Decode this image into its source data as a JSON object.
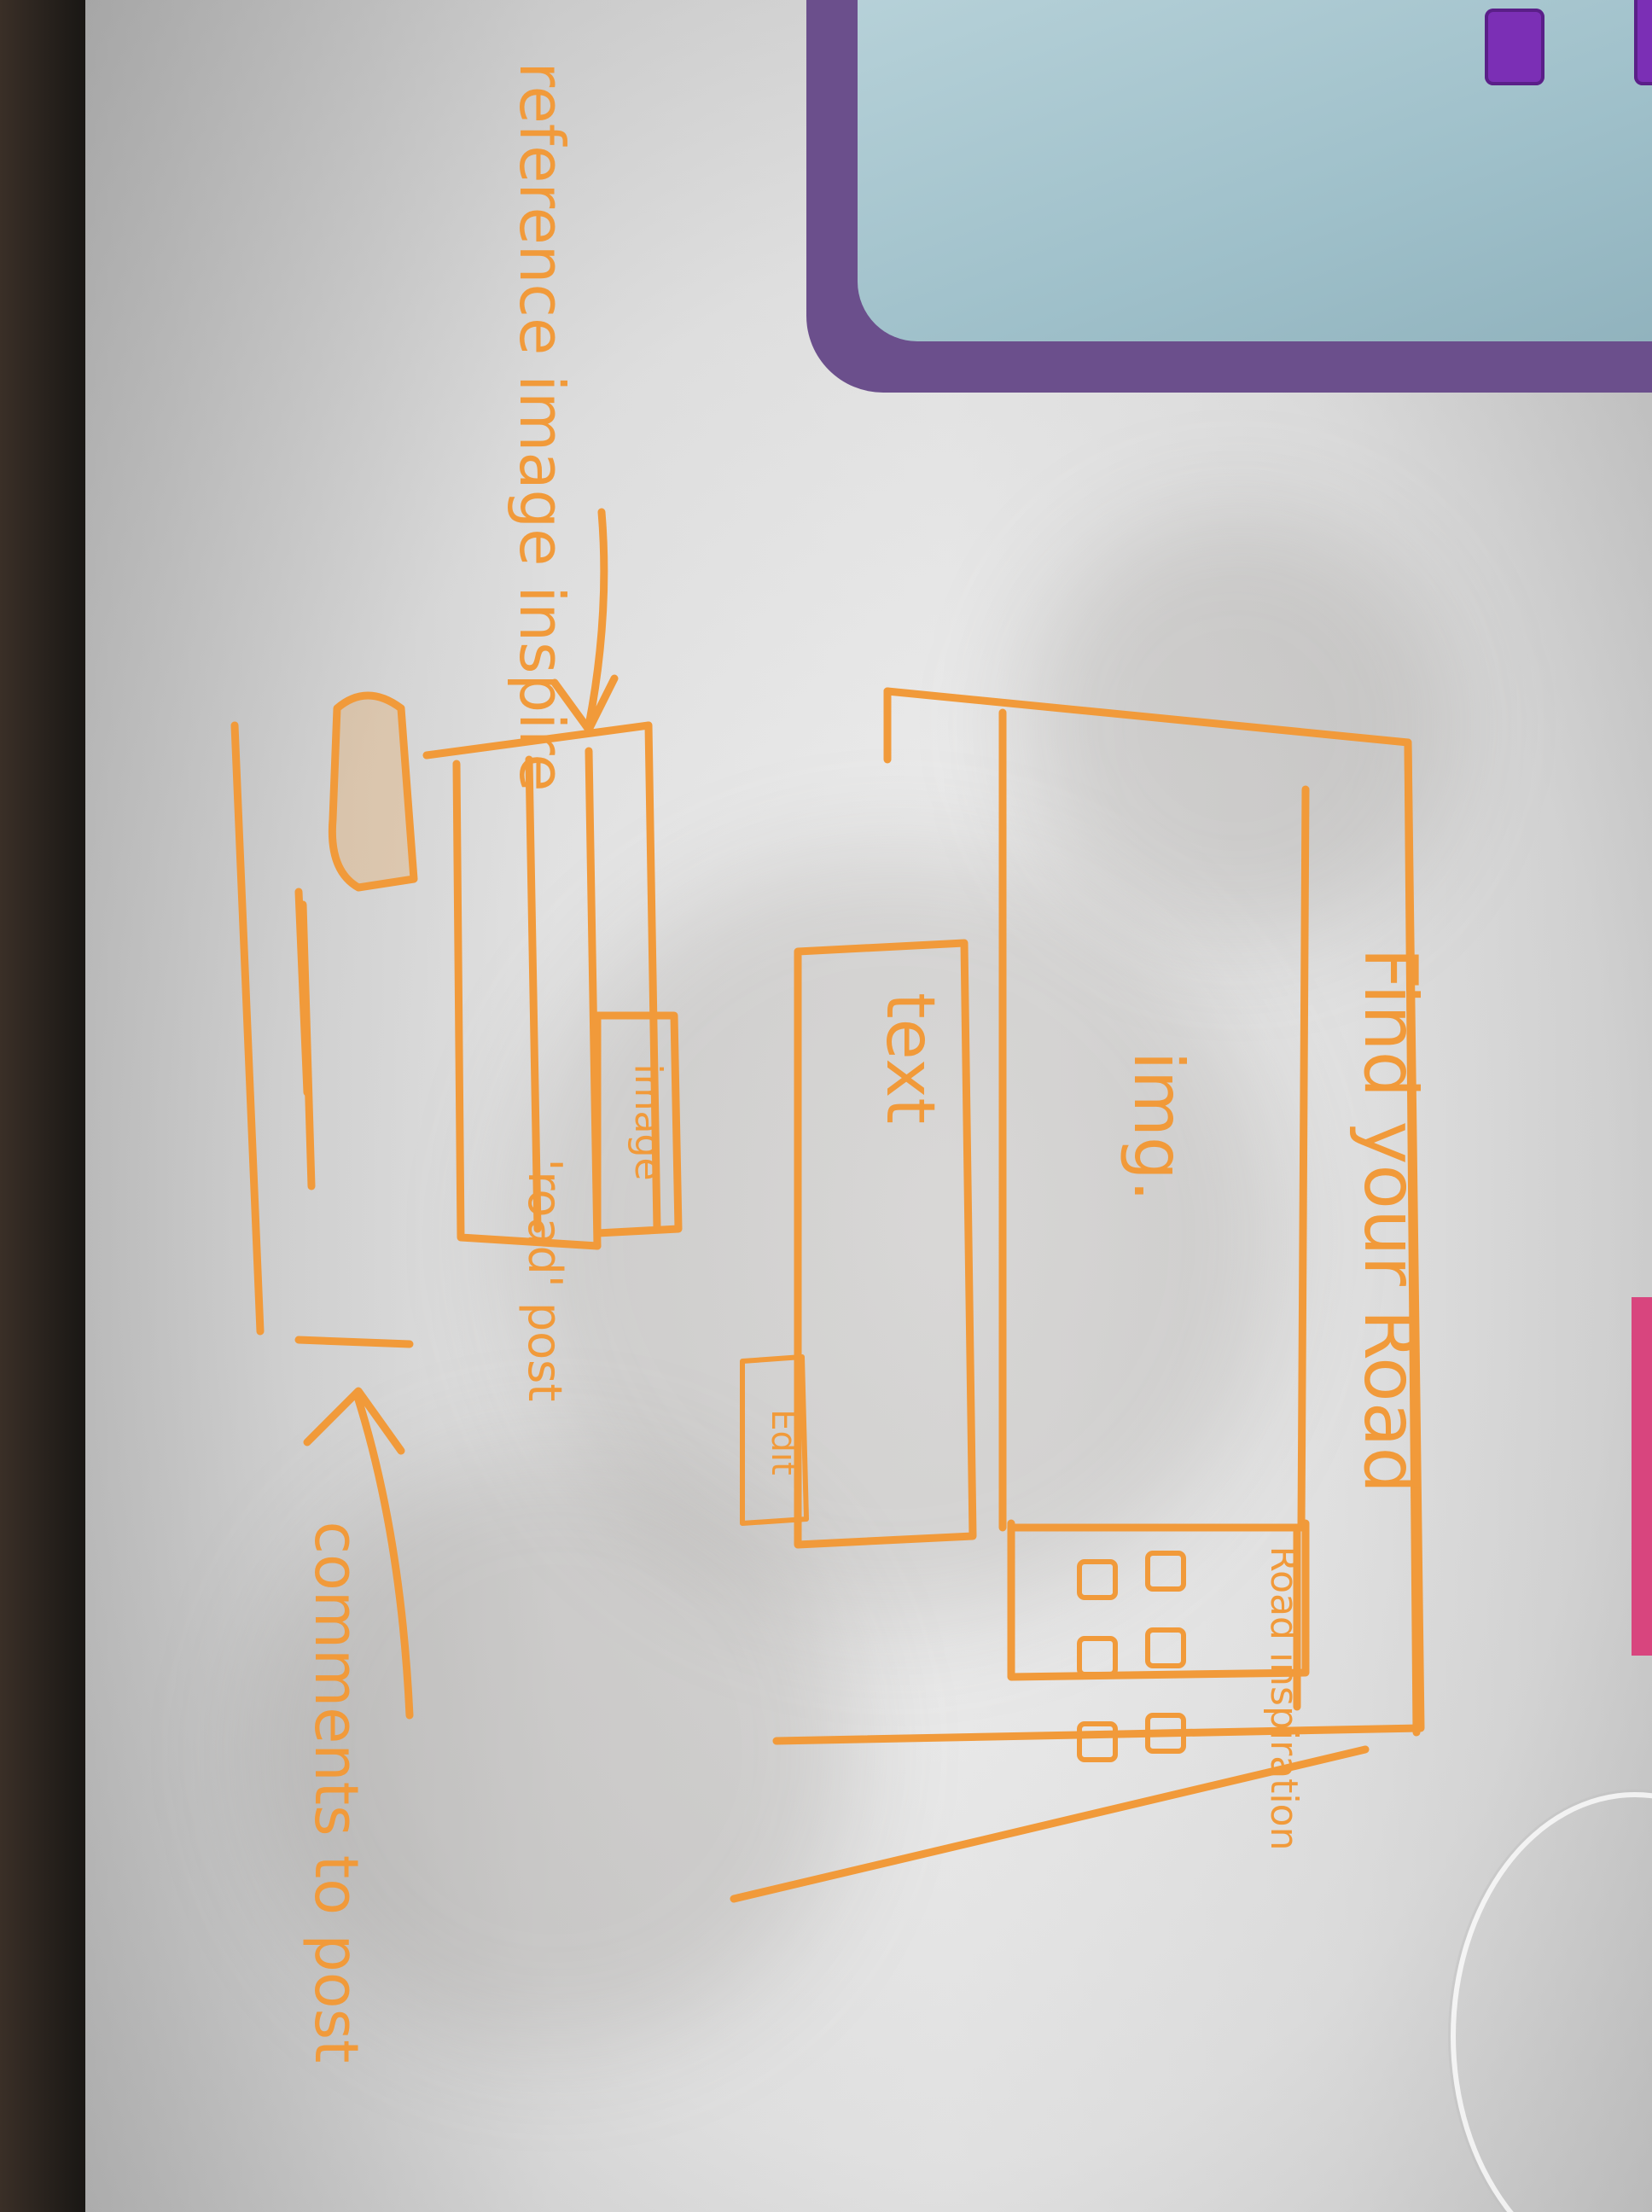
{
  "photo": {
    "subject": "hand-drawn wireframe sketch in orange marker on white paper, photographed rotated",
    "ink_color": "#f19a3a",
    "paper_color": "#efefef"
  },
  "sketch": {
    "main_screen": {
      "title": "Find your Road",
      "image_label": "img.",
      "text_box_label": "text",
      "edit_label": "Edit",
      "sidebar_label": "Road inspiration"
    },
    "post_screen": {
      "image_label": "image",
      "post_label": "'road' post",
      "reference_note": "reference image inspire",
      "comments_note": "comments to post"
    }
  }
}
